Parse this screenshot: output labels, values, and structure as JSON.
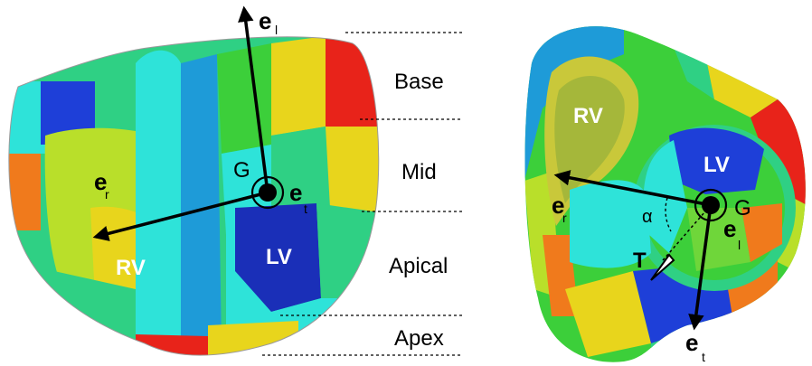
{
  "left_view": {
    "regions": {
      "base": "Base",
      "mid": "Mid",
      "apical": "Apical",
      "apex": "Apex"
    },
    "chambers": {
      "rv": "RV",
      "lv": "LV"
    },
    "centroid": "G",
    "vectors": {
      "longitudinal": {
        "symbol": "e",
        "subscript": "l"
      },
      "radial": {
        "symbol": "e",
        "subscript": "r"
      },
      "tangential": {
        "symbol": "e",
        "subscript": "t"
      }
    }
  },
  "right_view": {
    "chambers": {
      "rv": "RV",
      "lv": "LV"
    },
    "centroid": "G",
    "angle": "α",
    "torque": "T",
    "vectors": {
      "radial": {
        "symbol": "e",
        "subscript": "r"
      },
      "longitudinal": {
        "symbol": "e",
        "subscript": "l"
      },
      "tangential": {
        "symbol": "e",
        "subscript": "t"
      }
    }
  },
  "colors": {
    "red": "#e8231a",
    "orange": "#f07a1c",
    "yellow": "#e8d51c",
    "yellow_green": "#b9df2a",
    "green": "#3ccf3a",
    "green_teal": "#2fd084",
    "cyan": "#2ee3d9",
    "light_blue": "#1e9bd8",
    "blue": "#1e3fd8",
    "dark_blue": "#1a2fb8"
  }
}
